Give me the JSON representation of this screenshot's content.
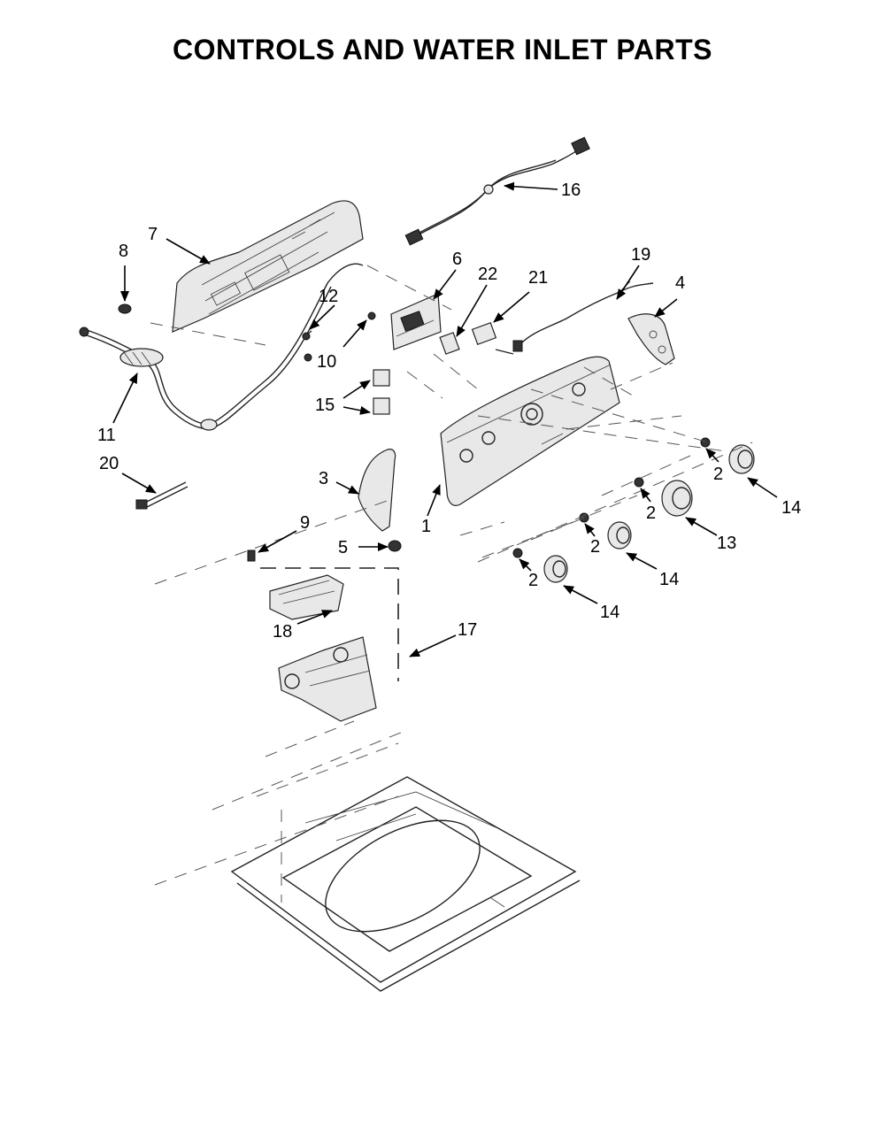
{
  "title": "CONTROLS AND WATER INLET PARTS",
  "callouts": [
    {
      "id": "c16",
      "label": "16"
    },
    {
      "id": "c7",
      "label": "7"
    },
    {
      "id": "c8",
      "label": "8"
    },
    {
      "id": "c6",
      "label": "6"
    },
    {
      "id": "c22",
      "label": "22"
    },
    {
      "id": "c21",
      "label": "21"
    },
    {
      "id": "c19",
      "label": "19"
    },
    {
      "id": "c4",
      "label": "4"
    },
    {
      "id": "c12",
      "label": "12"
    },
    {
      "id": "c10",
      "label": "10"
    },
    {
      "id": "c15",
      "label": "15"
    },
    {
      "id": "c11",
      "label": "11"
    },
    {
      "id": "c20",
      "label": "20"
    },
    {
      "id": "c3",
      "label": "3"
    },
    {
      "id": "c1",
      "label": "1"
    },
    {
      "id": "c9",
      "label": "9"
    },
    {
      "id": "c5",
      "label": "5"
    },
    {
      "id": "c2a",
      "label": "2"
    },
    {
      "id": "c14a",
      "label": "14"
    },
    {
      "id": "c2b",
      "label": "2"
    },
    {
      "id": "c13",
      "label": "13"
    },
    {
      "id": "c2c",
      "label": "2"
    },
    {
      "id": "c14b",
      "label": "14"
    },
    {
      "id": "c2d",
      "label": "2"
    },
    {
      "id": "c14c",
      "label": "14"
    },
    {
      "id": "c18",
      "label": "18"
    },
    {
      "id": "c17",
      "label": "17"
    }
  ]
}
